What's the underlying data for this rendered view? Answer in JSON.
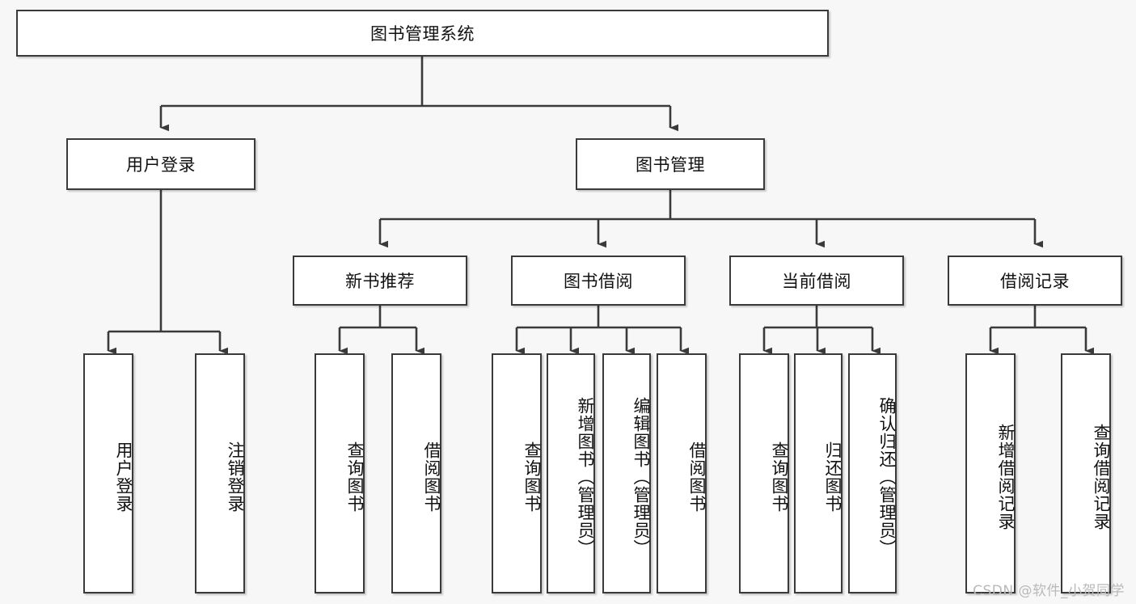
{
  "diagram": {
    "type": "tree",
    "title": "图书管理系统",
    "background_color": "#f7f7f7",
    "box_fill": "#ffffff",
    "box_border_color": "#3a3a3a",
    "text_color": "#111111"
  },
  "root": {
    "label": "图书管理系统"
  },
  "level1": [
    {
      "label": "用户登录"
    },
    {
      "label": "图书管理"
    }
  ],
  "level2": [
    {
      "label": "新书推荐"
    },
    {
      "label": "图书借阅"
    },
    {
      "label": "当前借阅"
    },
    {
      "label": "借阅记录"
    }
  ],
  "leaves": {
    "user_login": [
      {
        "label": "用户登录"
      },
      {
        "label": "注销登录"
      }
    ],
    "new_book_recommend": [
      {
        "label": "查询图书"
      },
      {
        "label": "借阅图书"
      }
    ],
    "book_borrow": [
      {
        "label": "查询图书"
      },
      {
        "label": "新增图书（管理员）"
      },
      {
        "label": "编辑图书（管理员）"
      },
      {
        "label": "借阅图书"
      }
    ],
    "current_borrow": [
      {
        "label": "查询图书"
      },
      {
        "label": "归还图书"
      },
      {
        "label": "确认归还（管理员）"
      }
    ],
    "borrow_record": [
      {
        "label": "新增借阅记录"
      },
      {
        "label": "查询借阅记录"
      }
    ]
  },
  "watermark": {
    "text": "CSDN @软件_小贺同学"
  }
}
